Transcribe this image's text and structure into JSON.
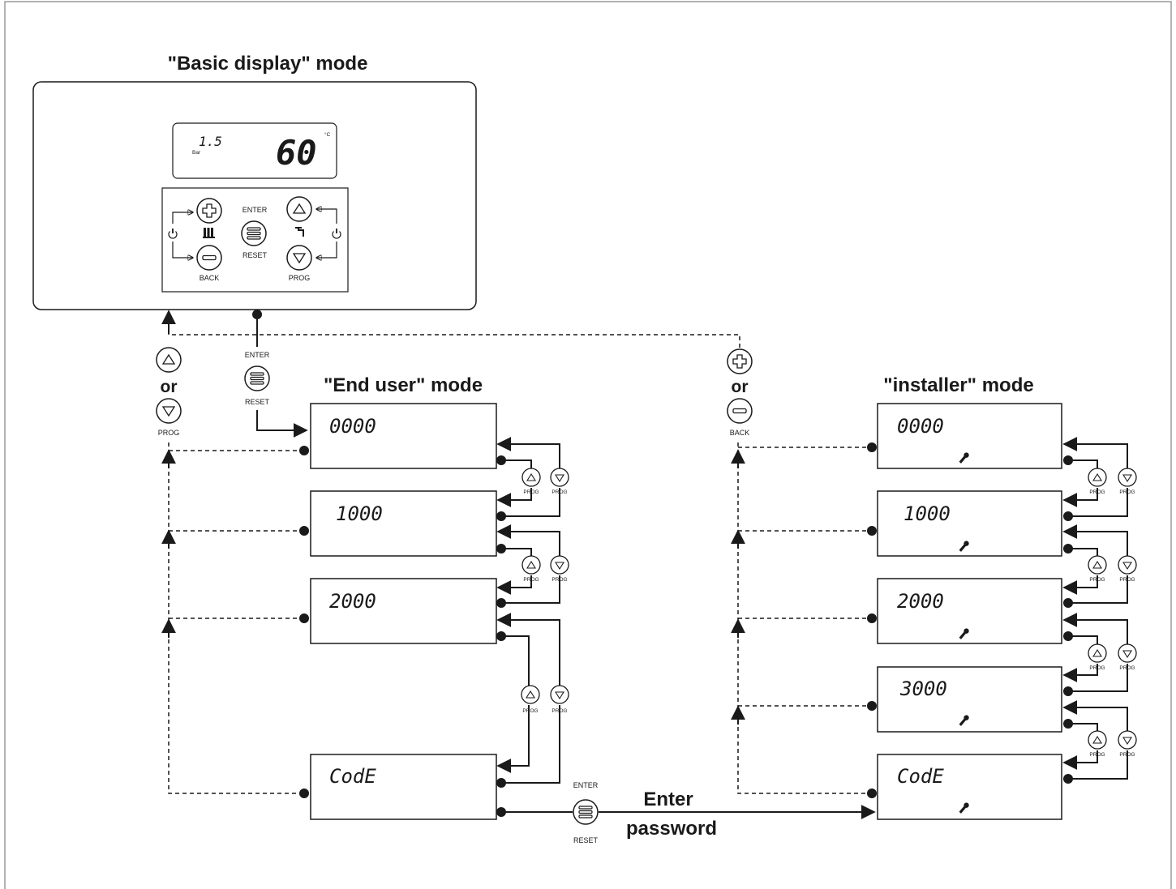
{
  "titles": {
    "basic": "\"Basic display\" mode",
    "end_user": "\"End user\" mode",
    "installer": "\"installer\" mode"
  },
  "basic_display": {
    "pressure": "1.5",
    "pressure_unit": "Bar",
    "temperature": "60",
    "temperature_unit": "°C"
  },
  "panel_labels": {
    "enter": "ENTER",
    "reset": "RESET",
    "back": "BACK",
    "prog": "PROG"
  },
  "or_label": "or",
  "prog_label": "PROG",
  "back_label": "BACK",
  "enter_label": "ENTER",
  "reset_label": "RESET",
  "end_user_screens": [
    "0000",
    "1000",
    "2000",
    "CodE"
  ],
  "installer_screens": [
    "0000",
    "1000",
    "2000",
    "3000",
    "CodE"
  ],
  "enter_password": {
    "line1": "Enter",
    "line2": "password"
  },
  "icons": [
    "plus-icon",
    "minus-icon",
    "up-triangle-icon",
    "down-triangle-icon",
    "menu-lines-icon",
    "power-icon",
    "radiator-icon",
    "tap-icon",
    "wrench-icon"
  ]
}
